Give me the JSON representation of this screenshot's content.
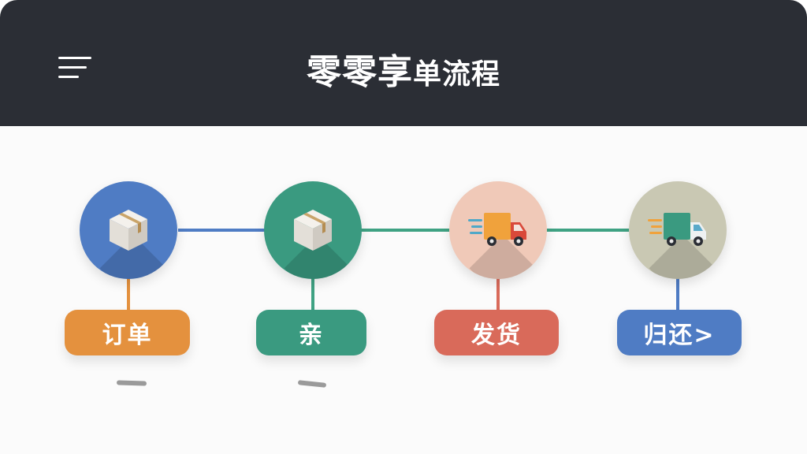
{
  "header": {
    "title_main": "零零享",
    "title_sub": "单流程"
  },
  "steps": [
    {
      "label": "订单",
      "icon": "package-box-icon",
      "color": "#4f7cc4",
      "label_color": "#e4913e"
    },
    {
      "label": "亲",
      "icon": "package-box-icon",
      "color": "#3a9a80",
      "label_color": "#3a9a80"
    },
    {
      "label": "发货",
      "icon": "delivery-truck-icon",
      "color": "#f0c9b8",
      "label_color": "#d96a5a"
    },
    {
      "label": "归还>",
      "icon": "delivery-truck-icon",
      "color": "#c9c8b3",
      "label_color": "#4f7cc4"
    }
  ],
  "colors": {
    "header_bg": "#2b2e35",
    "line_blue": "#4f7cc4",
    "line_green": "#3fa283"
  }
}
